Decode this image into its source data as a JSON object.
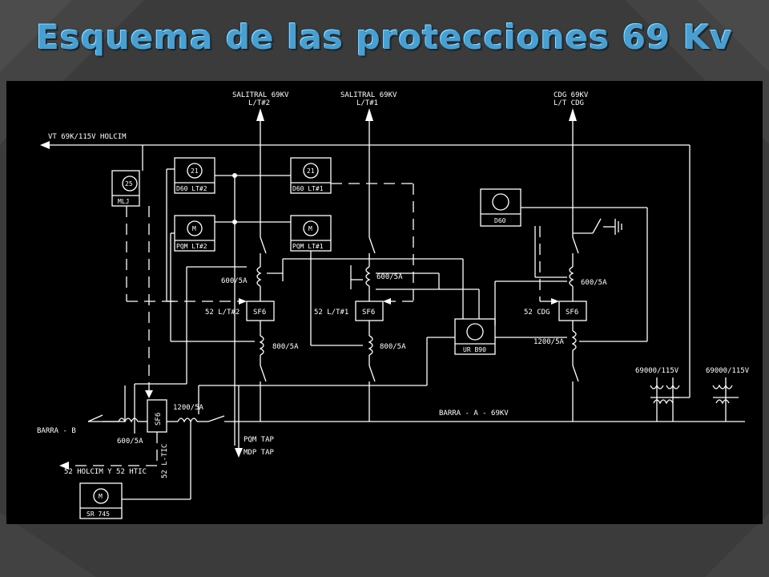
{
  "slide": {
    "title": "Esquema de las protecciones 69 Kv"
  },
  "diagram": {
    "feeders": {
      "salitral_lt2": {
        "line1": "SALITRAL 69KV",
        "line2": "L/T#2"
      },
      "salitral_lt1": {
        "line1": "SALITRAL 69KV",
        "line2": "L/T#1"
      },
      "cdg": {
        "line1": "CDG 69KV",
        "line2": "L/T CDG"
      }
    },
    "vt_holcim": "VT 69K/115V HOLCIM",
    "relays": {
      "mlj": {
        "code": "25",
        "name": "MLJ"
      },
      "d60_lt2": {
        "code": "21",
        "name": "D60 LT#2"
      },
      "d60_lt1": {
        "code": "21",
        "name": "D60 LT#1"
      },
      "pqm_lt2": {
        "code": "M",
        "name": "PQM LT#2"
      },
      "pqm_lt1": {
        "code": "M",
        "name": "PQM LT#1"
      },
      "d60": {
        "name": "D60"
      },
      "ur_b90": {
        "name": "UR B90"
      },
      "sr745": {
        "code": "M",
        "name": "SR 745"
      }
    },
    "breakers": {
      "lt2": {
        "label": "52 L/T#2",
        "type": "SF6"
      },
      "lt1": {
        "label": "52 L/T#1",
        "type": "SF6"
      },
      "cdg": {
        "label": "52 CDG",
        "type": "SF6"
      },
      "tie": {
        "label": "52 L-TIC",
        "type": "SF6"
      }
    },
    "ct_ratios": {
      "lt2_top": "600/5A",
      "lt2_bottom": "800/5A",
      "lt1_top": "600/5A",
      "lt1_bottom": "800/5A",
      "cdg_top": "600/5A",
      "cdg_bottom": "1200/5A",
      "tie_left": "600/5A",
      "tie_right": "1200/5A"
    },
    "pt_ratios": {
      "pt1": "69000/115V",
      "pt2": "69000/115V"
    },
    "buses": {
      "a": "BARRA - A - 69KV",
      "b": "BARRA - B"
    },
    "taps": {
      "pqm": "PQM TAP",
      "mdp": "MDP TAP"
    },
    "holcim_breakers": "52 HOLCIM Y 52 HTIC"
  }
}
